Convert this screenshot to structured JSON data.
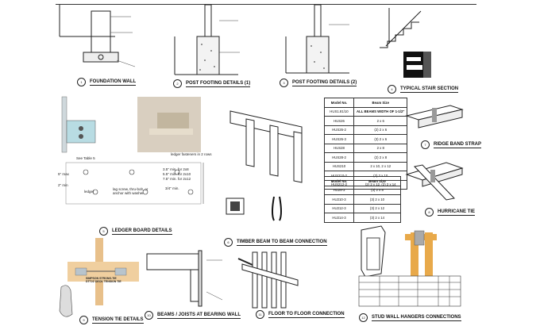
{
  "details": [
    {
      "num": "1",
      "title": "FOUNDATION WALL"
    },
    {
      "num": "2",
      "title": "POST FOOTING DETAILS (1)"
    },
    {
      "num": "3",
      "title": "POST FOOTING DETAILS (2)"
    },
    {
      "num": "4",
      "title": "TYPICAL STAIR SECTION"
    },
    {
      "num": "5",
      "title": "LEDGER BOARD DETAILS"
    },
    {
      "num": "6",
      "title": "TIMBER BEAM TO BEAM CONNECTION"
    },
    {
      "num": "7",
      "title": "RIDGE BAND STRAP"
    },
    {
      "num": "8",
      "title": "HURRICANE TIE"
    },
    {
      "num": "9",
      "title": "TENSION TIE DETAILS"
    },
    {
      "num": "10",
      "title": "BEAMS / JOISTS AT BEARING WALL"
    },
    {
      "num": "11",
      "title": "FLOOR TO FLOOR CONNECTION"
    },
    {
      "num": "12",
      "title": "STUD WALL HANGERS CONNECTIONS"
    }
  ],
  "beam_table_1": {
    "headers": [
      "Model No.",
      "Beam Size"
    ],
    "rows": [
      [
        "HUS1.81/10",
        "ALL BEAMS WIDTH OF 1-1/2\""
      ],
      [
        "HUS26",
        "2 x 6"
      ],
      [
        "HUS26-2",
        "(2) 2 x 6"
      ],
      [
        "HUS26-3",
        "(3) 2 x 6"
      ],
      [
        "HUS28",
        "2 x 8"
      ],
      [
        "HUS28-2",
        "(2) 2 x 8"
      ],
      [
        "HUS210",
        "2 x 10, 2 x 12"
      ],
      [
        "HUS210-2",
        "(2) 2 x 10"
      ],
      [
        "HUS212-2",
        "(2) 2 x 12, (2) 2 x 14"
      ]
    ]
  },
  "beam_table_2": {
    "headers": [
      "Model No.",
      "Beam Size"
    ],
    "rows": [
      [
        "HU28-3",
        "(3) 2 x 8"
      ],
      [
        "HU210-3",
        "(3) 2 x 10"
      ],
      [
        "HU212-3",
        "(3) 2 x 12"
      ],
      [
        "HU214-3",
        "(3) 2 x 14"
      ]
    ]
  },
  "ledger_annotations": {
    "see_table": "See Table 5",
    "fasteners": "ledger fasteners in 2 rows",
    "dim_2x8": "3.5\" min. for 2x8",
    "dim_2x10": "5.5\" min. for 2x10",
    "dim_2x12": "7.5\" min. for 2x12",
    "min_34": "3/4\" min.",
    "max_5": "5\" max",
    "min_2": "2\" min",
    "ledger": "ledger",
    "anchor": "lag screw, thru-bolt, or anchor with washer"
  },
  "tension_tie_note": "SIMPSON STRONG-TIE DTT2Z DECK TENSION TIE",
  "colors": {
    "ink": "#222222",
    "wood": "#e8a94a",
    "photo_bg": "#d9cfc0",
    "concrete": "#f3f3f3"
  }
}
